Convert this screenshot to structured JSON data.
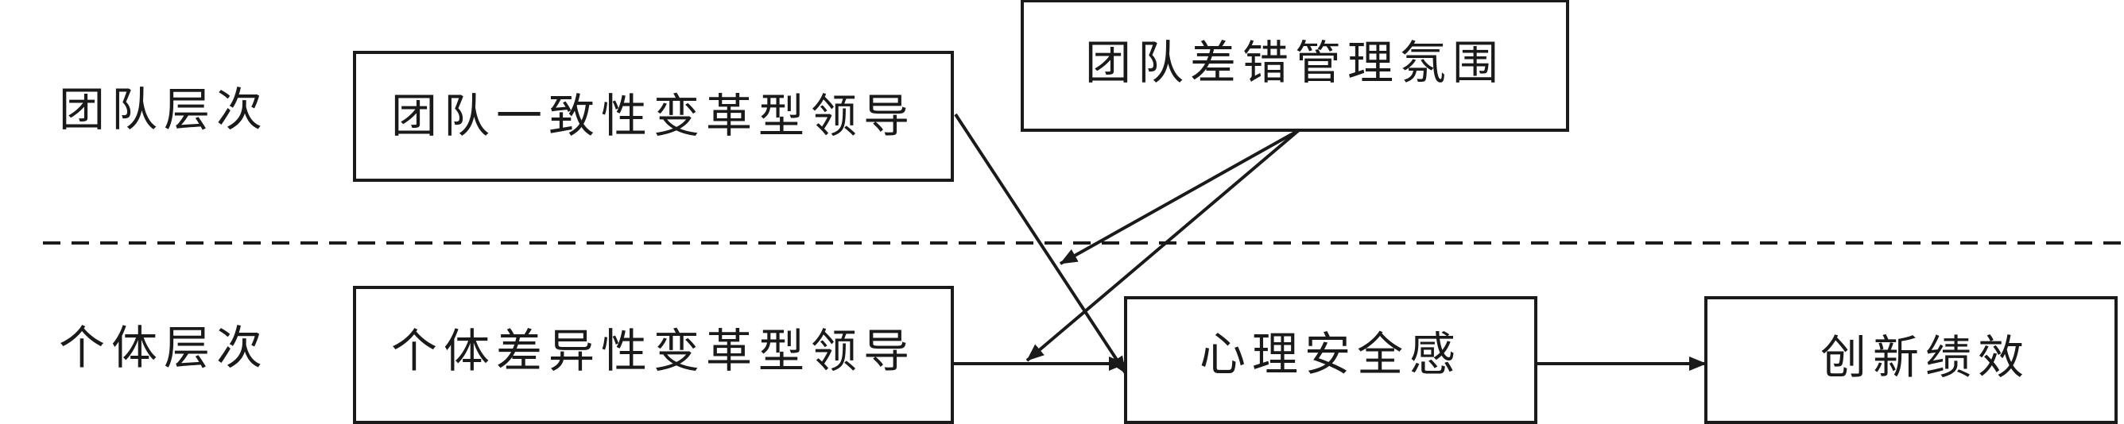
{
  "levels": {
    "team": "团队层次",
    "individual": "个体层次"
  },
  "boxes": {
    "team_consistent_tfl": "团队一致性变革型领导",
    "team_error_climate": "团队差错管理氛围",
    "individual_diff_tfl": "个体差异性变革型领导",
    "psych_safety": "心理安全感",
    "innovation_perf": "创新绩效"
  }
}
